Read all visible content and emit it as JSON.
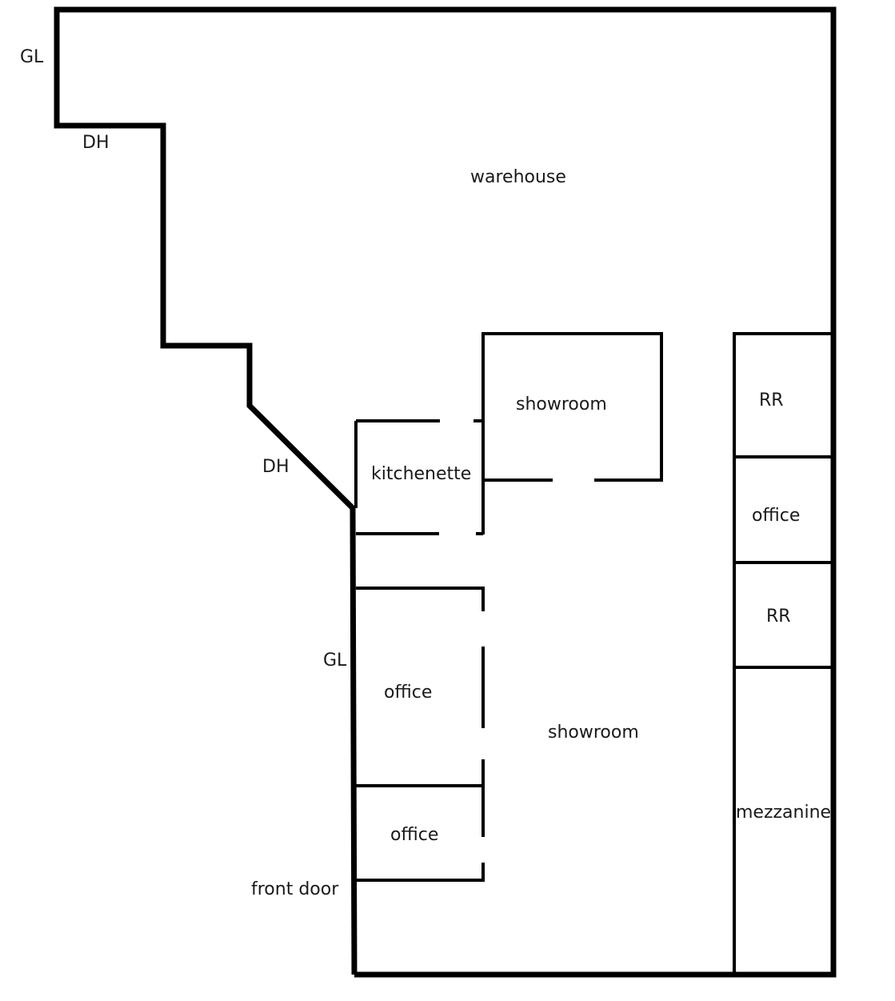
{
  "diagram": {
    "type": "floor-plan",
    "stroke_color": "#000000",
    "background": "#ffffff",
    "labels": {
      "gl_top": "GL",
      "dh_top": "DH",
      "dh_diag": "DH",
      "gl_left": "GL",
      "front_door": "front door",
      "warehouse": "warehouse",
      "showroom_upper": "showroom",
      "kitchenette": "kitchenette",
      "office_left_upper": "office",
      "office_left_lower": "office",
      "showroom_main": "showroom",
      "rr_upper": "RR",
      "office_right": "office",
      "rr_lower": "RR",
      "mezzanine": "mezzanine"
    },
    "rooms": [
      "warehouse",
      "showroom",
      "kitchenette",
      "office",
      "office",
      "showroom",
      "RR",
      "office",
      "RR",
      "mezzanine"
    ],
    "annotations": [
      "GL",
      "DH",
      "DH",
      "GL",
      "front door"
    ]
  }
}
